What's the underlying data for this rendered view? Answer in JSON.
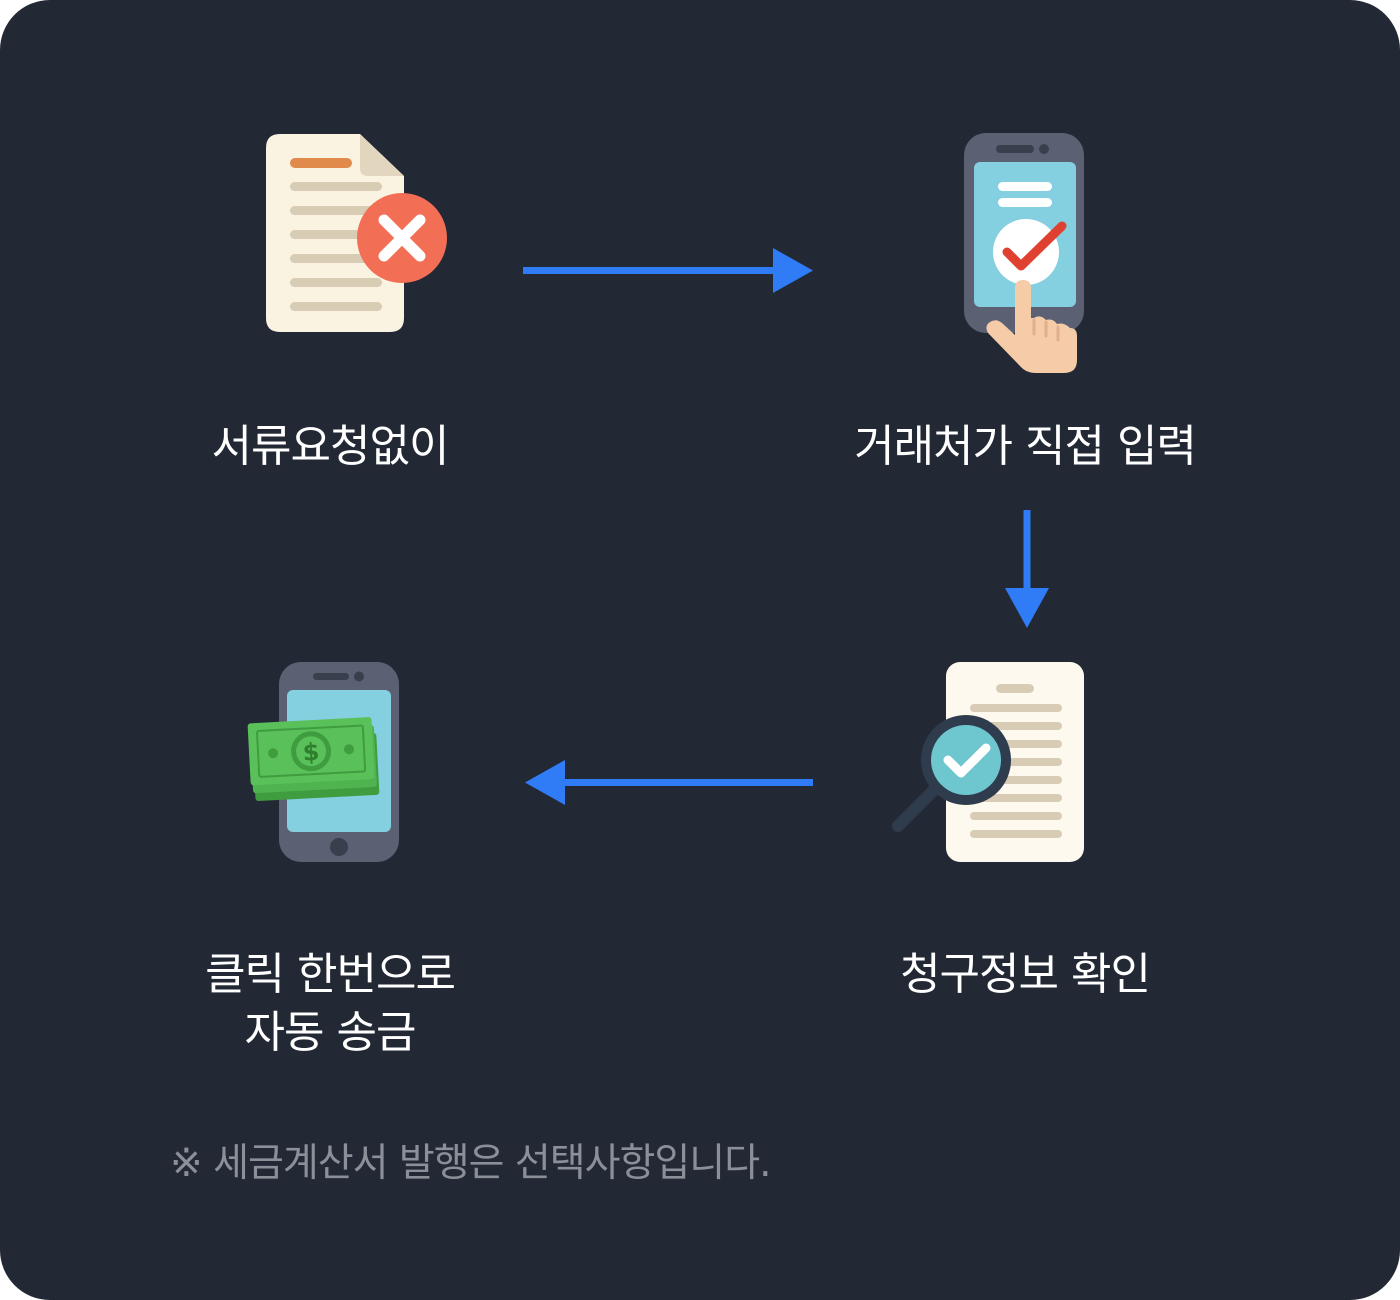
{
  "steps": [
    {
      "label": "서류요청없이",
      "icon": "document-x-icon"
    },
    {
      "label": "거래처가 직접 입력",
      "icon": "phone-touch-check-icon"
    },
    {
      "label": "청구정보 확인",
      "icon": "document-magnifier-check-icon"
    },
    {
      "label_line1": "클릭 한번으로",
      "label_line2": "자동 송금",
      "icon": "phone-money-icon"
    }
  ],
  "note": "※ 세금계산서 발행은 선택사항입니다.",
  "colors": {
    "background": "#222834",
    "arrow": "#2f7cf6",
    "text": "#ffffff",
    "note_text": "#8a8f98"
  }
}
